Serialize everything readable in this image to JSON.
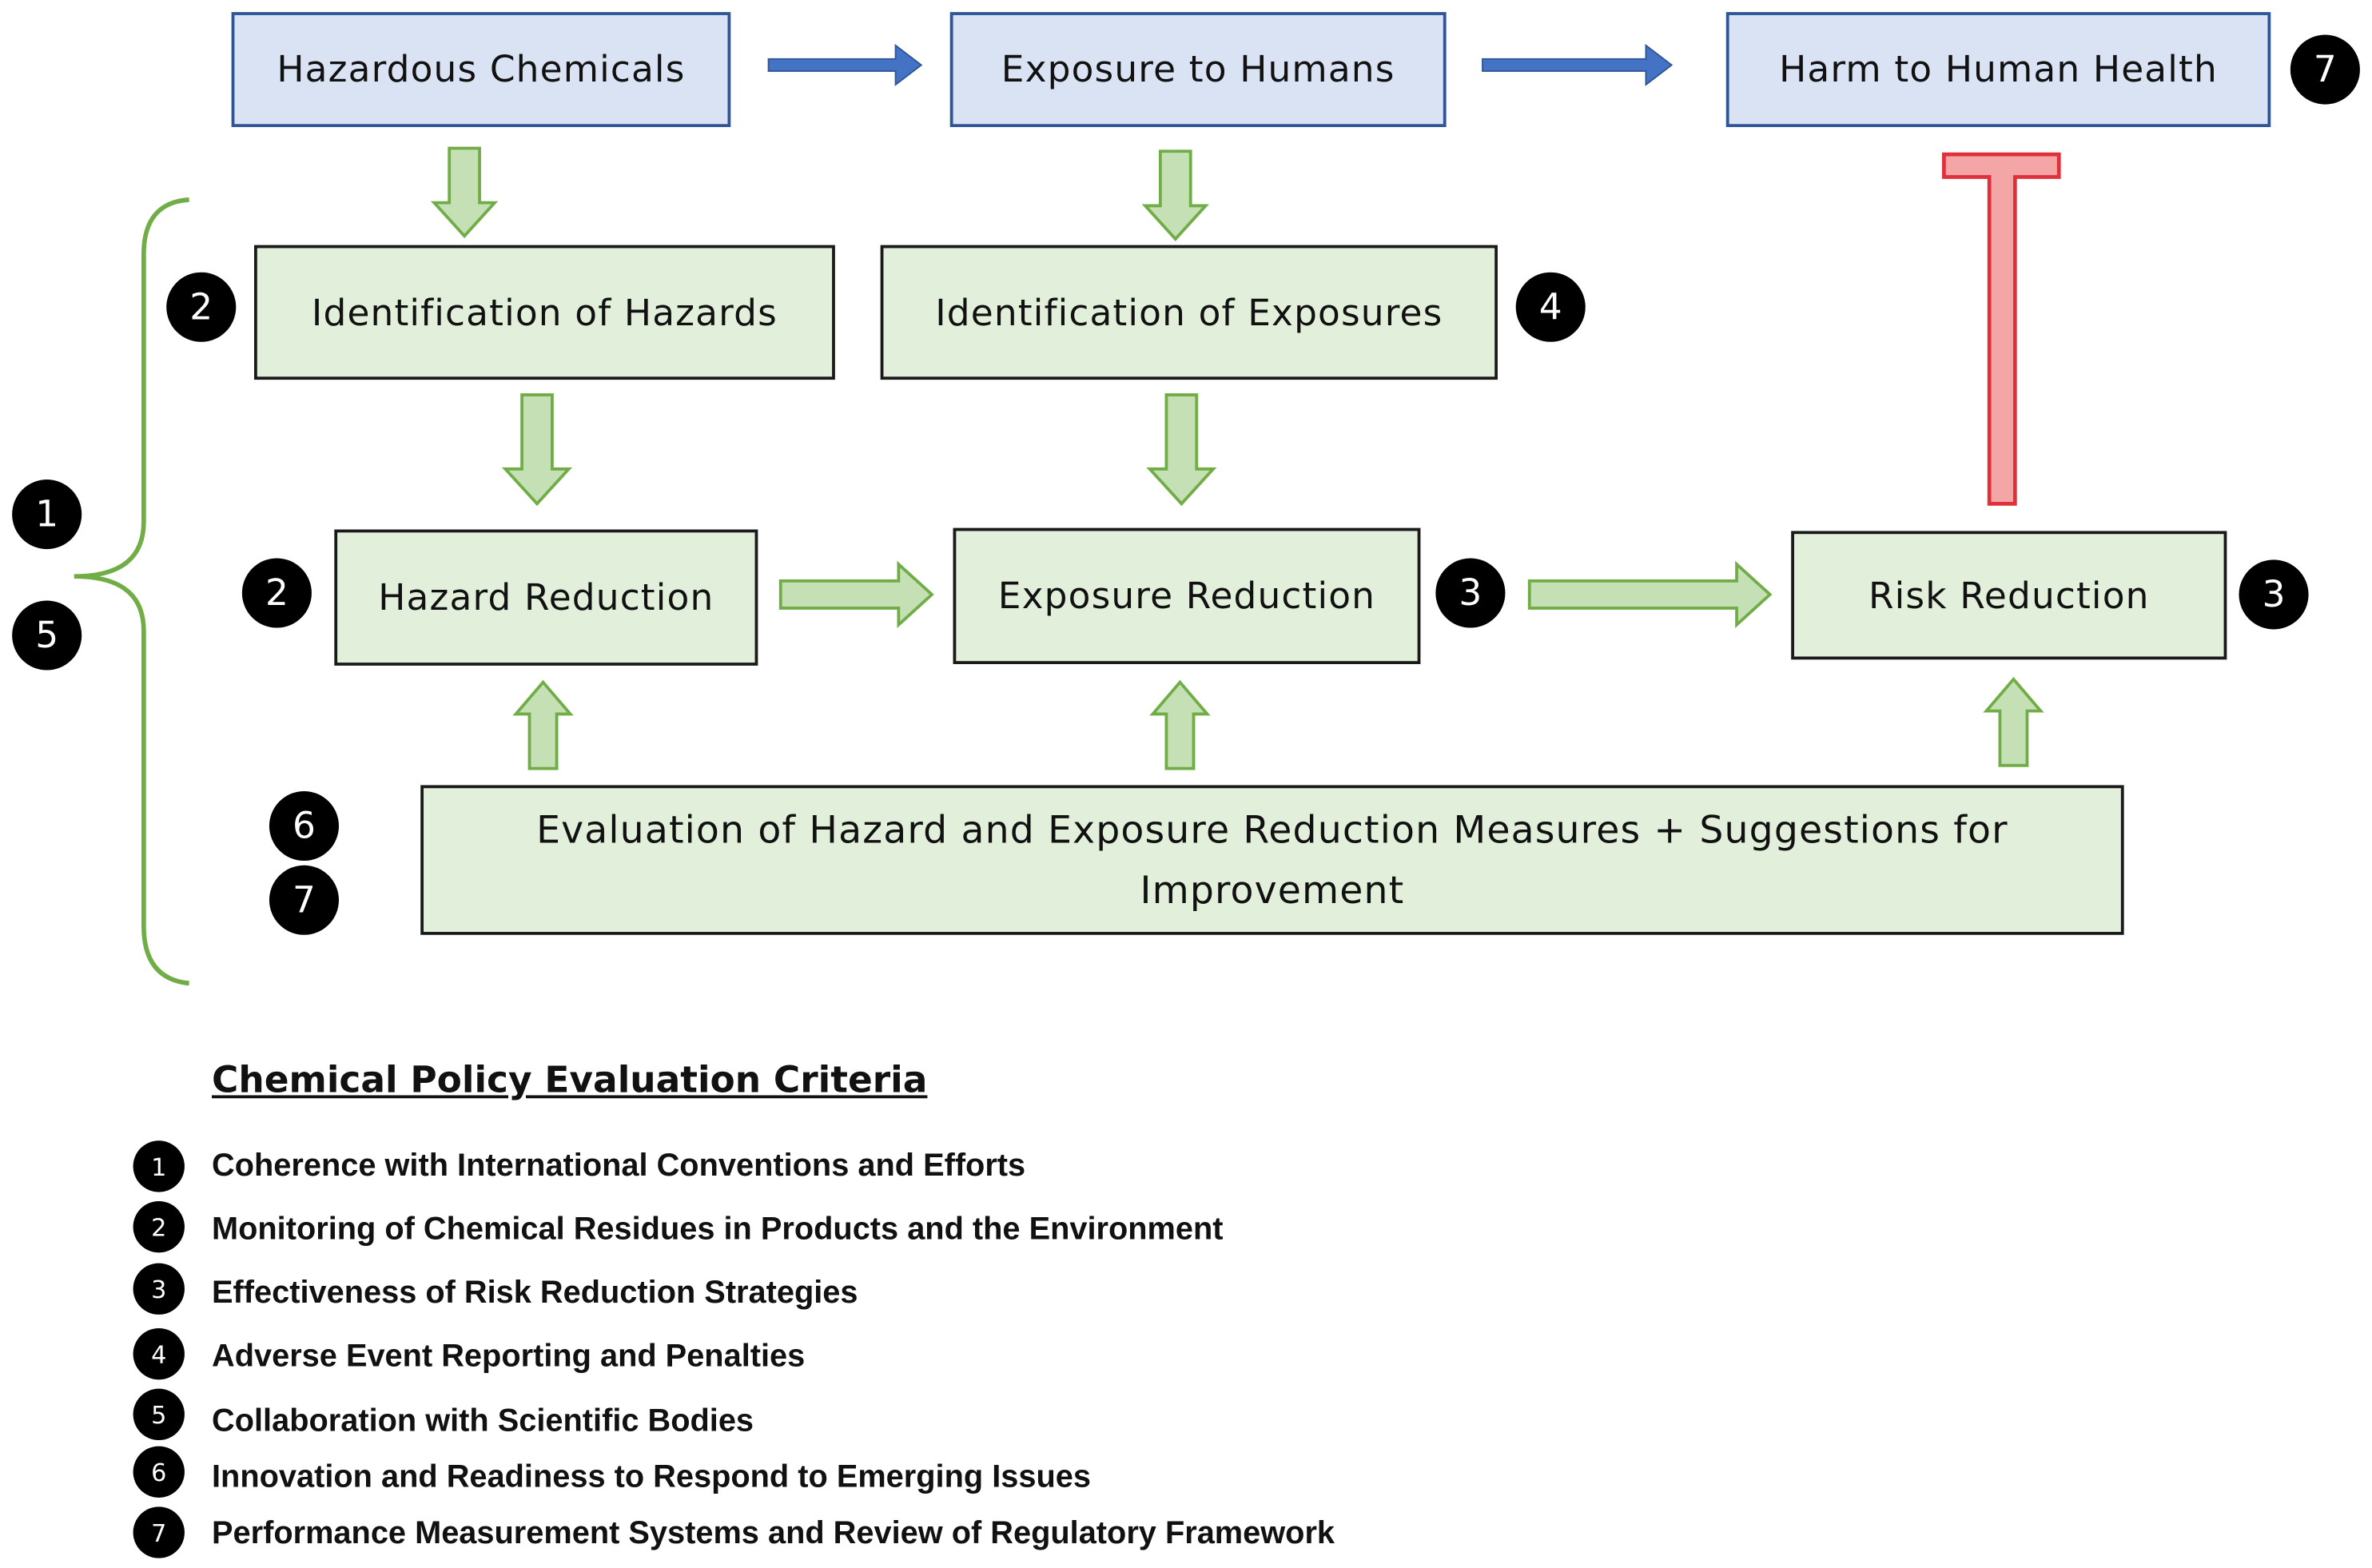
{
  "flow": {
    "hazardous_chemicals": "Hazardous Chemicals",
    "exposure_to_humans": "Exposure to Humans",
    "harm_to_human_health": "Harm to Human Health",
    "identification_of_hazards": "Identification of Hazards",
    "identification_of_exposures": "Identification of Exposures",
    "hazard_reduction": "Hazard Reduction",
    "exposure_reduction": "Exposure Reduction",
    "risk_reduction": "Risk Reduction",
    "evaluation": "Evaluation of Hazard and Exposure Reduction Measures + Suggestions for Improvement"
  },
  "badges": {
    "harm": "7",
    "identification_hazards": "2",
    "identification_exposures": "4",
    "brace_top": "1",
    "brace_bottom": "5",
    "hazard_reduction": "2",
    "exposure_reduction": "3",
    "risk_reduction": "3",
    "evaluation_top": "6",
    "evaluation_bottom": "7"
  },
  "legend": {
    "title": "Chemical Policy Evaluation Criteria",
    "items": [
      {
        "num": "1",
        "text": "Coherence with International Conventions and Efforts"
      },
      {
        "num": "2",
        "text": "Monitoring of Chemical Residues in Products and the Environment"
      },
      {
        "num": "3",
        "text": "Effectiveness of Risk Reduction Strategies"
      },
      {
        "num": "4",
        "text": "Adverse Event Reporting and Penalties"
      },
      {
        "num": "5",
        "text": "Collaboration with Scientific Bodies"
      },
      {
        "num": "6",
        "text": "Innovation and Readiness to Respond to Emerging Issues"
      },
      {
        "num": "7",
        "text": "Performance Measurement Systems and Review of Regulatory Framework"
      }
    ]
  },
  "colors": {
    "blue_box_fill": "#dae3f3",
    "blue_box_border": "#2f5597",
    "blue_arrow": "#4472c4",
    "green_box_fill": "#e2efda",
    "green_arrow_fill": "#c5e0b4",
    "green_arrow_stroke": "#70ad47",
    "inhibit_fill": "#f4a6a6",
    "inhibit_stroke": "#e0303a",
    "brace": "#70ad47"
  }
}
